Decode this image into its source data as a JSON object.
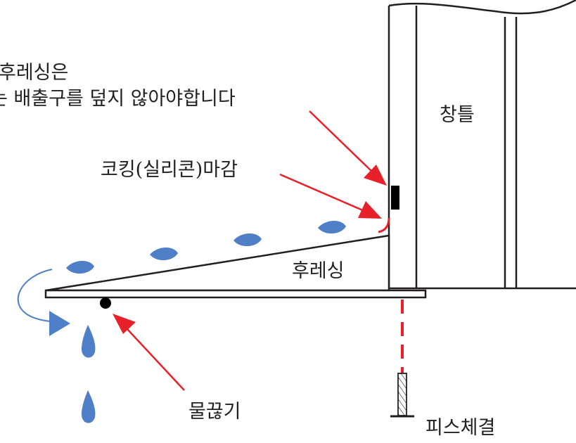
{
  "labels": {
    "note_line1": "후레싱은",
    "note_line2": "는 배출구를 덮지 않아야합니다",
    "window_frame": "창틀",
    "caulking": "코킹(실리콘)마감",
    "flashing": "후레싱",
    "drip_edge": "물끊기",
    "screw": "피스체결"
  },
  "colors": {
    "outline": "#231f20",
    "arrow": "#e8202a",
    "water": "#4f7fc7",
    "sealant": "#000000"
  }
}
